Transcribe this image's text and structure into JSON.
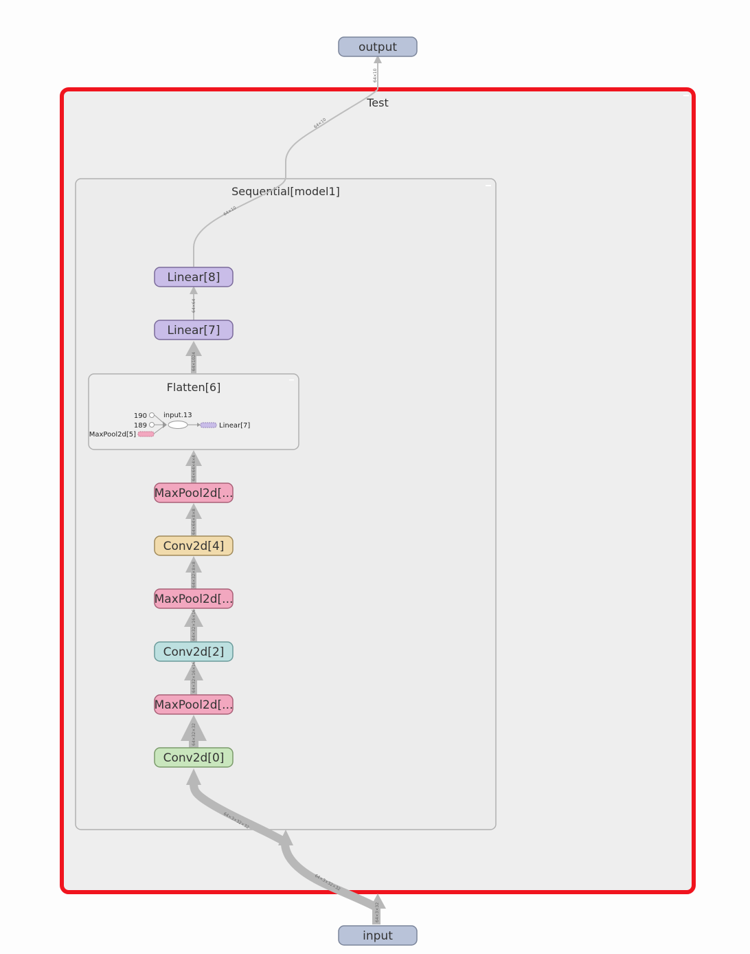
{
  "graph": {
    "output_label": "output",
    "input_label": "input",
    "test_label": "Test",
    "sequential_label": "Sequential[model1]",
    "flatten_label": "Flatten[6]",
    "flatten_detail": {
      "const_a": "190",
      "const_b": "189",
      "input_name": "input.13",
      "from_label": "MaxPool2d[5]",
      "to_label": "Linear[7]"
    },
    "nodes": [
      {
        "label": "Linear[8]",
        "color": "#c9bde8",
        "stroke": "#7a6a9a"
      },
      {
        "label": "Linear[7]",
        "color": "#c9bde8",
        "stroke": "#7a6a9a"
      },
      {
        "label": "MaxPool2d[...",
        "color": "#f2a7bf",
        "stroke": "#a86077"
      },
      {
        "label": "Conv2d[4]",
        "color": "#f1dbac",
        "stroke": "#a08a5a"
      },
      {
        "label": "MaxPool2d[...",
        "color": "#f2a7bf",
        "stroke": "#a86077"
      },
      {
        "label": "Conv2d[2]",
        "color": "#bde0e0",
        "stroke": "#6a9a9a"
      },
      {
        "label": "MaxPool2d[...",
        "color": "#f2a7bf",
        "stroke": "#a86077"
      },
      {
        "label": "Conv2d[0]",
        "color": "#c9e6bd",
        "stroke": "#7a9a6a"
      }
    ],
    "edge_labels": [
      "64×10",
      "64×10",
      "64×10",
      "64×64",
      "64×1024",
      "64×64×4×4",
      "64×64×8×8",
      "64×32×8×8",
      "64×32×16×16",
      "64×32×16×16",
      "64×32×32",
      "64×3×32×32",
      "64×3×32×32",
      "64×3×32"
    ],
    "highlight_color": "#f0141e"
  }
}
